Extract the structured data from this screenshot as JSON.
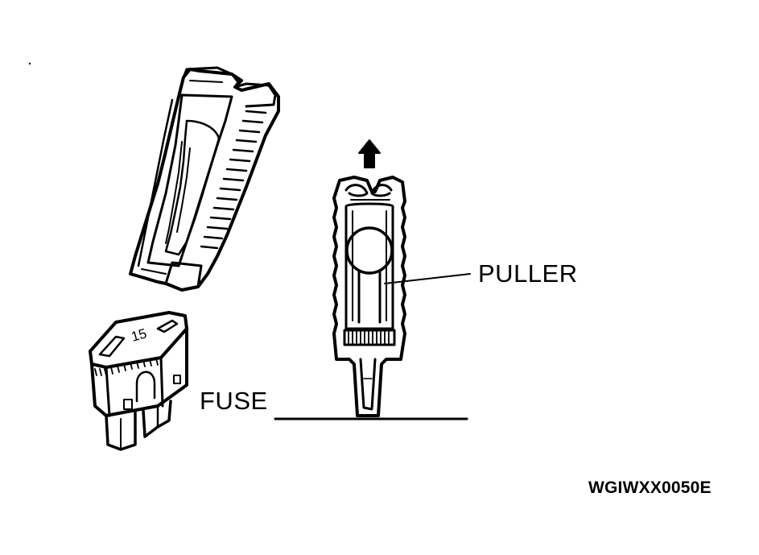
{
  "labels": {
    "puller": "PULLER",
    "fuse": "FUSE",
    "figure_code": "WGIWXX0050E",
    "fuse_rating": "15"
  },
  "colors": {
    "ink": "#000000",
    "paper": "#ffffff",
    "shade": "#e6e6e6"
  },
  "icons": {
    "arrow": "up-arrow-icon"
  }
}
